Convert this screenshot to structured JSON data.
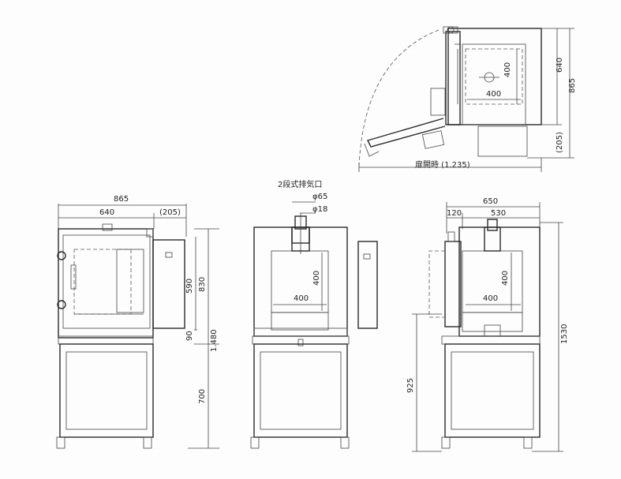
{
  "drawing": {
    "top_view": {
      "width_label": "640",
      "depth_label": "865",
      "rear_label": "(205)",
      "chamber_w_label": "400",
      "chamber_d_label": "400",
      "door_open_label": "扉開時 (1.235)"
    },
    "front_view": {
      "overall_label": "865",
      "chamber_label": "640",
      "panel_label": "(205)",
      "upper_label": "590",
      "unit_label": "830",
      "bottom_label": "90",
      "total_label": "1.480",
      "stand_label": "700"
    },
    "section_view": {
      "exhaust_title": "2段式排気口",
      "outer_dia_label": "φ65",
      "inner_dia_label": "φ18",
      "chamber_w_label": "400",
      "chamber_h_label": "400"
    },
    "side_view": {
      "overall_label": "650",
      "door_label": "120",
      "body_label": "530",
      "chamber_h_label": "400",
      "chamber_w_label": "400",
      "floor_label": "925",
      "total_label": "1530"
    }
  }
}
